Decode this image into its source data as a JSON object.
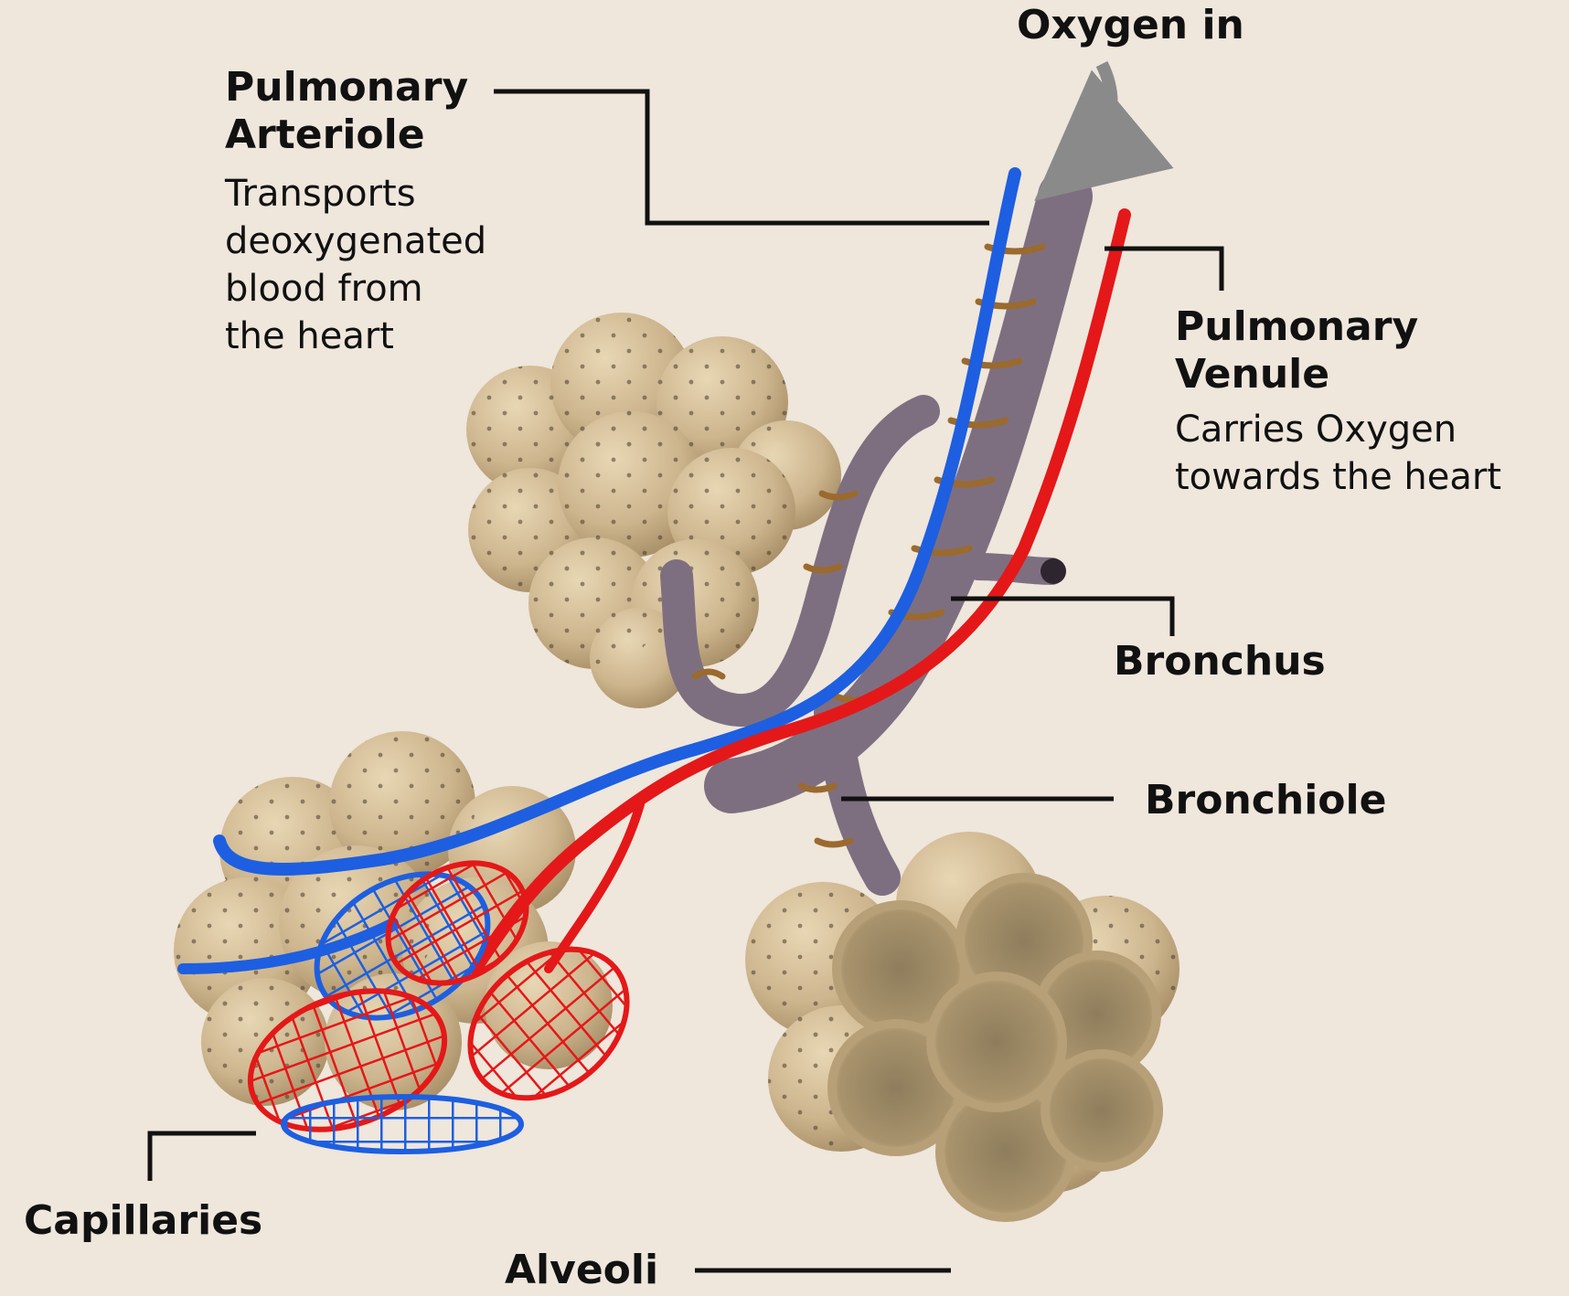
{
  "labels": {
    "oxygen_in": "Oxygen in",
    "pulmonary_arteriole": {
      "title": [
        "Pulmonary",
        "Arteriole"
      ],
      "description": [
        "Transports",
        "deoxygenated",
        "blood from",
        "the heart"
      ]
    },
    "pulmonary_venule": {
      "title": [
        "Pulmonary",
        "Venule"
      ],
      "description": [
        "Carries Oxygen",
        "towards the heart"
      ]
    },
    "bronchus": "Bronchus",
    "bronchiole": "Bronchiole",
    "capillaries": "Capillaries",
    "alveoli": "Alveoli"
  },
  "colors": {
    "background": "#efe6dc",
    "alveolus_tan": "#cdb58e",
    "airway_purple": "#7e6f80",
    "airway_ring_brown": "#9a6a2e",
    "vessel_blue": "#1d5fe0",
    "vessel_red": "#e41818",
    "arrow_gray": "#8a8a8a",
    "leader_line": "#111111"
  }
}
